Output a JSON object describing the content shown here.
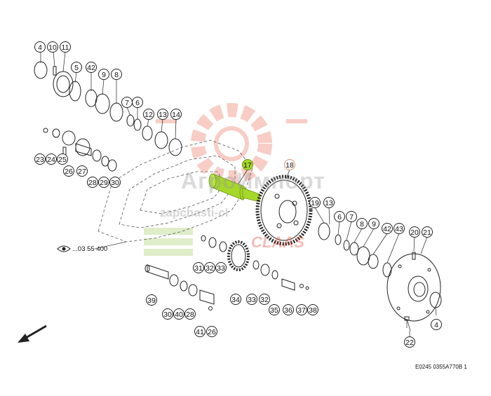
{
  "diagram": {
    "reference_code": "E0245 0355A770B 1",
    "view_reference": "...03 55 400",
    "watermark": {
      "brand_text": "АгроИмпорт",
      "url_text": "zapchasti-cl",
      "logo_text": "CLAAS"
    },
    "callouts": [
      {
        "id": "c-4a",
        "label": "4",
        "highlight": ""
      },
      {
        "id": "c-10",
        "label": "10",
        "highlight": ""
      },
      {
        "id": "c-11",
        "label": "11",
        "highlight": ""
      },
      {
        "id": "c-5",
        "label": "5",
        "highlight": ""
      },
      {
        "id": "c-42a",
        "label": "42",
        "highlight": ""
      },
      {
        "id": "c-9a",
        "label": "9",
        "highlight": ""
      },
      {
        "id": "c-8a",
        "label": "8",
        "highlight": ""
      },
      {
        "id": "c-7a",
        "label": "7",
        "highlight": ""
      },
      {
        "id": "c-6a",
        "label": "6",
        "highlight": ""
      },
      {
        "id": "c-12",
        "label": "12",
        "highlight": ""
      },
      {
        "id": "c-13a",
        "label": "13",
        "highlight": ""
      },
      {
        "id": "c-14",
        "label": "14",
        "highlight": ""
      },
      {
        "id": "c-23",
        "label": "23",
        "highlight": ""
      },
      {
        "id": "c-24",
        "label": "24",
        "highlight": ""
      },
      {
        "id": "c-25",
        "label": "25",
        "highlight": ""
      },
      {
        "id": "c-26a",
        "label": "26",
        "highlight": ""
      },
      {
        "id": "c-27",
        "label": "27",
        "highlight": ""
      },
      {
        "id": "c-28a",
        "label": "28",
        "highlight": ""
      },
      {
        "id": "c-29",
        "label": "29",
        "highlight": ""
      },
      {
        "id": "c-30a",
        "label": "30",
        "highlight": ""
      },
      {
        "id": "c-17",
        "label": "17",
        "highlight": "green"
      },
      {
        "id": "c-18",
        "label": "18",
        "highlight": "orange"
      },
      {
        "id": "c-19",
        "label": "19",
        "highlight": ""
      },
      {
        "id": "c-6b",
        "label": "6",
        "highlight": ""
      },
      {
        "id": "c-13b",
        "label": "13",
        "highlight": ""
      },
      {
        "id": "c-7b",
        "label": "7",
        "highlight": ""
      },
      {
        "id": "c-8b",
        "label": "8",
        "highlight": ""
      },
      {
        "id": "c-9b",
        "label": "9",
        "highlight": ""
      },
      {
        "id": "c-42b",
        "label": "42",
        "highlight": ""
      },
      {
        "id": "c-43",
        "label": "43",
        "highlight": ""
      },
      {
        "id": "c-20",
        "label": "20",
        "highlight": ""
      },
      {
        "id": "c-21",
        "label": "21",
        "highlight": ""
      },
      {
        "id": "c-31",
        "label": "31",
        "highlight": ""
      },
      {
        "id": "c-32a",
        "label": "32",
        "highlight": ""
      },
      {
        "id": "c-33a",
        "label": "33",
        "highlight": ""
      },
      {
        "id": "c-34",
        "label": "34",
        "highlight": ""
      },
      {
        "id": "c-33b",
        "label": "33",
        "highlight": ""
      },
      {
        "id": "c-32b",
        "label": "32",
        "highlight": ""
      },
      {
        "id": "c-35",
        "label": "35",
        "highlight": ""
      },
      {
        "id": "c-36",
        "label": "36",
        "highlight": ""
      },
      {
        "id": "c-37",
        "label": "37",
        "highlight": ""
      },
      {
        "id": "c-38",
        "label": "38",
        "highlight": ""
      },
      {
        "id": "c-39",
        "label": "39",
        "highlight": ""
      },
      {
        "id": "c-30b",
        "label": "30",
        "highlight": ""
      },
      {
        "id": "c-40",
        "label": "40",
        "highlight": ""
      },
      {
        "id": "c-28b",
        "label": "28",
        "highlight": ""
      },
      {
        "id": "c-41",
        "label": "41",
        "highlight": ""
      },
      {
        "id": "c-26b",
        "label": "26",
        "highlight": ""
      },
      {
        "id": "c-22",
        "label": "22",
        "highlight": ""
      },
      {
        "id": "c-4b",
        "label": "4",
        "highlight": ""
      }
    ],
    "colors": {
      "green_highlight": "#a6d82a",
      "orange_highlight": "#e8906a",
      "line": "#222222",
      "watermark_gear": "#f4a598"
    },
    "icons": {
      "view_marker": "eye-icon",
      "direction": "arrow-down-left-icon"
    }
  }
}
